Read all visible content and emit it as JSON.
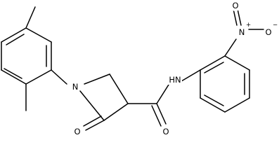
{
  "structure": {
    "atoms": {
      "n_ring": {
        "text": "N"
      },
      "o_lactam": {
        "text": "O"
      },
      "amide_nh": {
        "text": "HN"
      },
      "o_amide": {
        "text": "O"
      },
      "n_nitro": {
        "text": "N",
        "charge": "+"
      },
      "o_nitro_top": {
        "text": "O"
      },
      "o_nitro_right": {
        "text": "O",
        "charge": "−"
      }
    }
  },
  "colors": {
    "bond": "#000000",
    "label": "#000000",
    "background": "#ffffff"
  }
}
